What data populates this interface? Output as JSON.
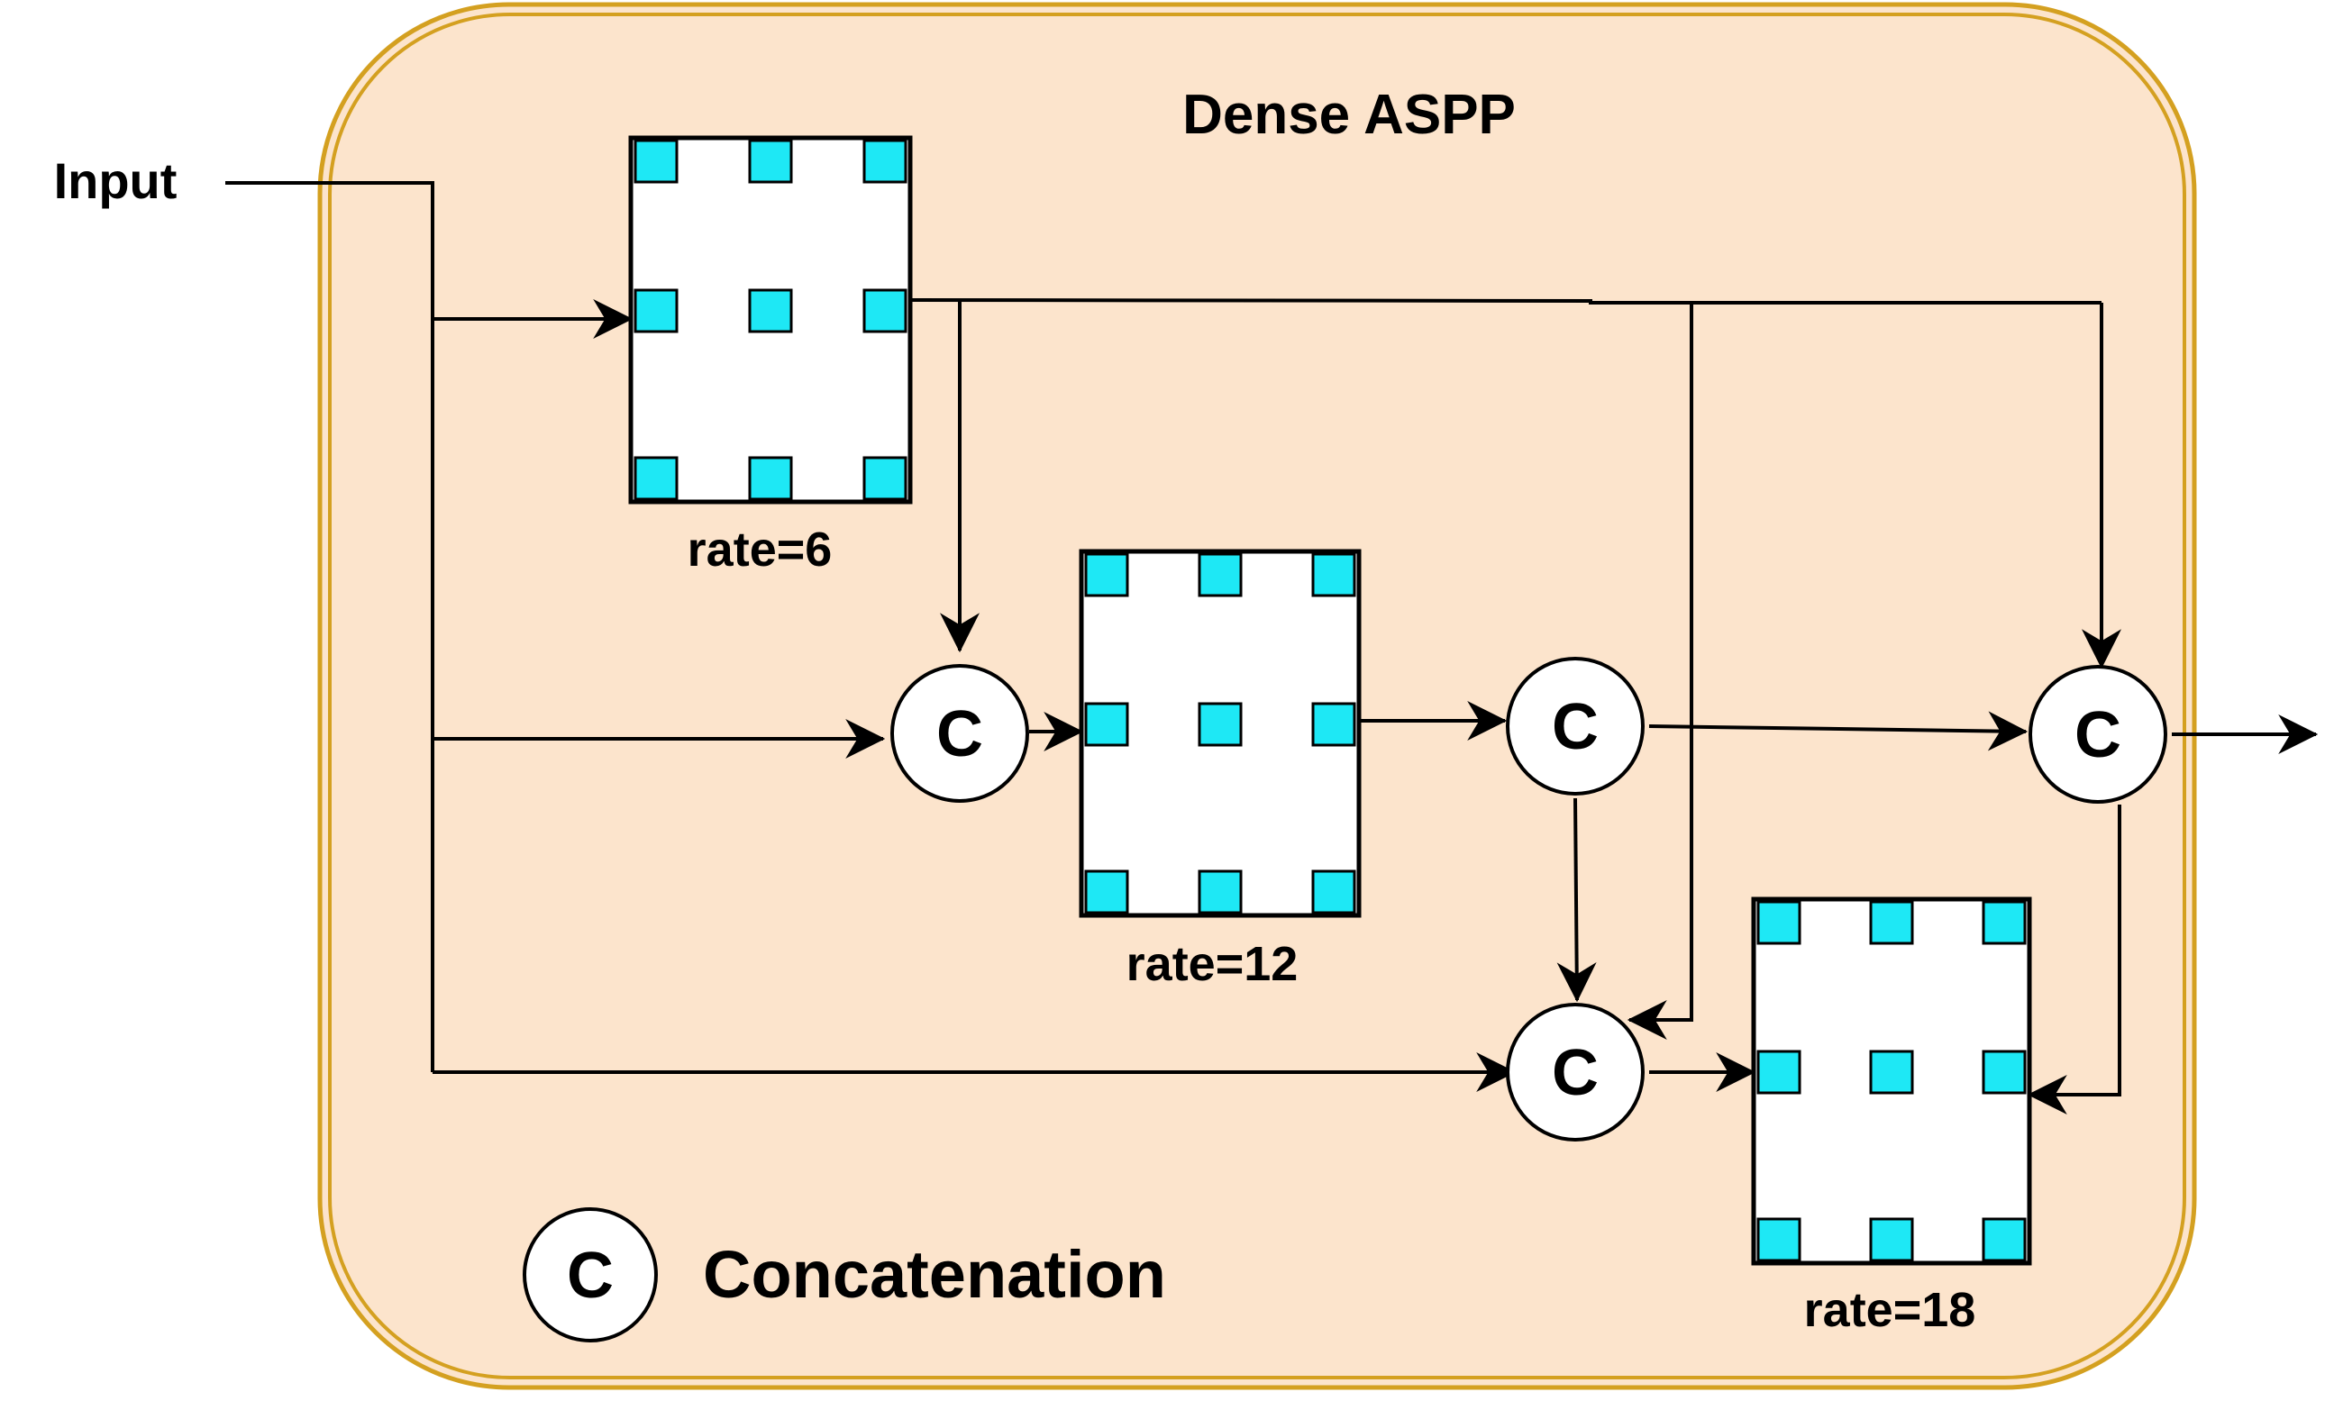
{
  "title": "Dense ASPP",
  "input_label": "Input",
  "concat_symbol": "C",
  "legend": {
    "symbol": "C",
    "text": "Concatenation"
  },
  "kernels": [
    {
      "id": "k6",
      "label": "rate=6"
    },
    {
      "id": "k12",
      "label": "rate=12"
    },
    {
      "id": "k18",
      "label": "rate=18"
    }
  ],
  "colors": {
    "container_fill": "#fce4cc",
    "container_border": "#d4a020",
    "kernel_dot": "#1ee8f5",
    "stroke": "#000000"
  }
}
